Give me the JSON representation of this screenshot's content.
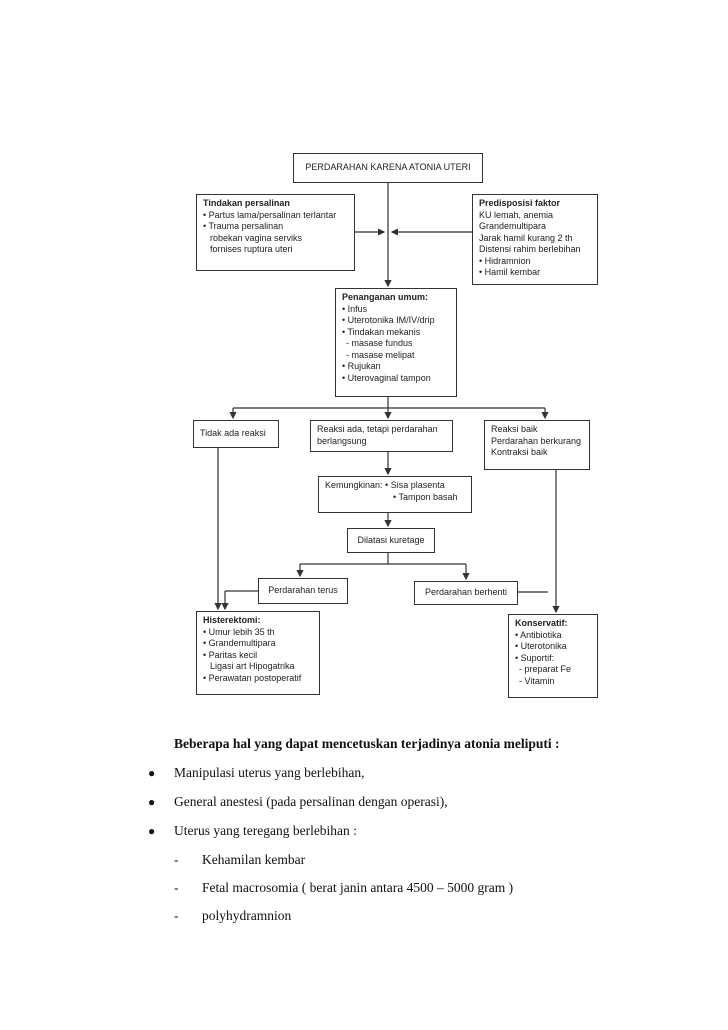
{
  "flowchart": {
    "title": "PERDARAHAN KARENA ATONIA UTERI",
    "tindakan": {
      "title": "Tindakan persalinan",
      "lines": [
        "• Partus lama/persalinan terlantar",
        "• Trauma persalinan",
        "  robekan vagina serviks",
        "  fornises ruptura uteri"
      ]
    },
    "predisposisi": {
      "title": "Predisposisi faktor",
      "lines": [
        "KU lemah, anemia",
        "Grandemultipara",
        "Jarak hamil kurang 2 th",
        "Distensi rahim berlebihan",
        "• Hidramnion",
        "• Hamil kembar"
      ]
    },
    "penanganan": {
      "title": "Penanganan umum:",
      "lines": [
        "• Infus",
        "• Uterotonika IM/IV/drip",
        "• Tindakan mekanis",
        "  - masase fundus",
        "  - masase melipat",
        "• Rujukan",
        "• Uterovaginal tampon"
      ]
    },
    "tidak_ada_reaksi": "Tidak ada reaksi",
    "reaksi_ada": [
      "Reaksi ada, tetapi perdarahan",
      "berlangsung"
    ],
    "reaksi_baik": [
      "Reaksi baik",
      "Perdarahan berkurang",
      "Kontraksi baik"
    ],
    "kemungkinan": [
      "Kemungkinan: • Sisa plasenta",
      "• Tampon basah"
    ],
    "dilatasi": "Dilatasi kuretage",
    "perdarahan_terus": "Perdarahan terus",
    "perdarahan_berhenti": "Perdarahan berhenti",
    "histerektomi": {
      "title": "Histerektomi:",
      "lines": [
        "• Umur lebih 35 th",
        "• Grandemultipara",
        "• Paritas kecil",
        "  Ligasi art Hipogatrika",
        "• Perawatan postoperatif"
      ]
    },
    "konservatif": {
      "title": "Konservatif:",
      "lines": [
        "• Antibiotika",
        "• Uterotonika",
        "• Suportif:",
        "  - preparat Fe",
        "  - Vitamin"
      ]
    }
  },
  "text": {
    "lead": "Beberapa hal yang dapat mencetuskan terjadinya atonia meliputi :",
    "bullets": [
      "Manipulasi uterus yang berlebihan,",
      "General anestesi (pada persalinan dengan operasi),",
      "Uterus yang teregang berlebihan :"
    ],
    "subitems": [
      "Kehamilan kembar",
      "Fetal macrosomia ( berat janin antara 4500 – 5000 gram )",
      "polyhydramnion"
    ]
  }
}
